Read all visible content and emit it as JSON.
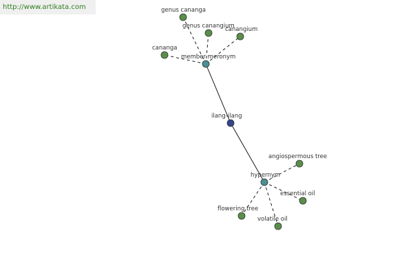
{
  "banner": {
    "url": "http://www.artikata.com"
  },
  "colors": {
    "leaf": "#5a8f4a",
    "relation": "#4a9090",
    "center": "#34448f",
    "stroke": "#333333",
    "edge": "#000000"
  },
  "graph": {
    "center": {
      "id": "ilang-ilang",
      "label": "ilang-ilang"
    },
    "relations": [
      {
        "id": "member-meronym",
        "label": "member meronym",
        "leaves": [
          {
            "id": "genus-cananga",
            "label": "genus cananga"
          },
          {
            "id": "genus-canangium",
            "label": "genus canangium"
          },
          {
            "id": "canangium",
            "label": "canangium"
          },
          {
            "id": "cananga",
            "label": "cananga"
          }
        ]
      },
      {
        "id": "hypernym",
        "label": "hypernym",
        "leaves": [
          {
            "id": "angiospermous-tree",
            "label": "angiospermous tree"
          },
          {
            "id": "essential-oil",
            "label": "essential oil"
          },
          {
            "id": "volatile-oil",
            "label": "volatile oil"
          },
          {
            "id": "flowering-tree",
            "label": "flowering tree"
          }
        ]
      }
    ]
  }
}
